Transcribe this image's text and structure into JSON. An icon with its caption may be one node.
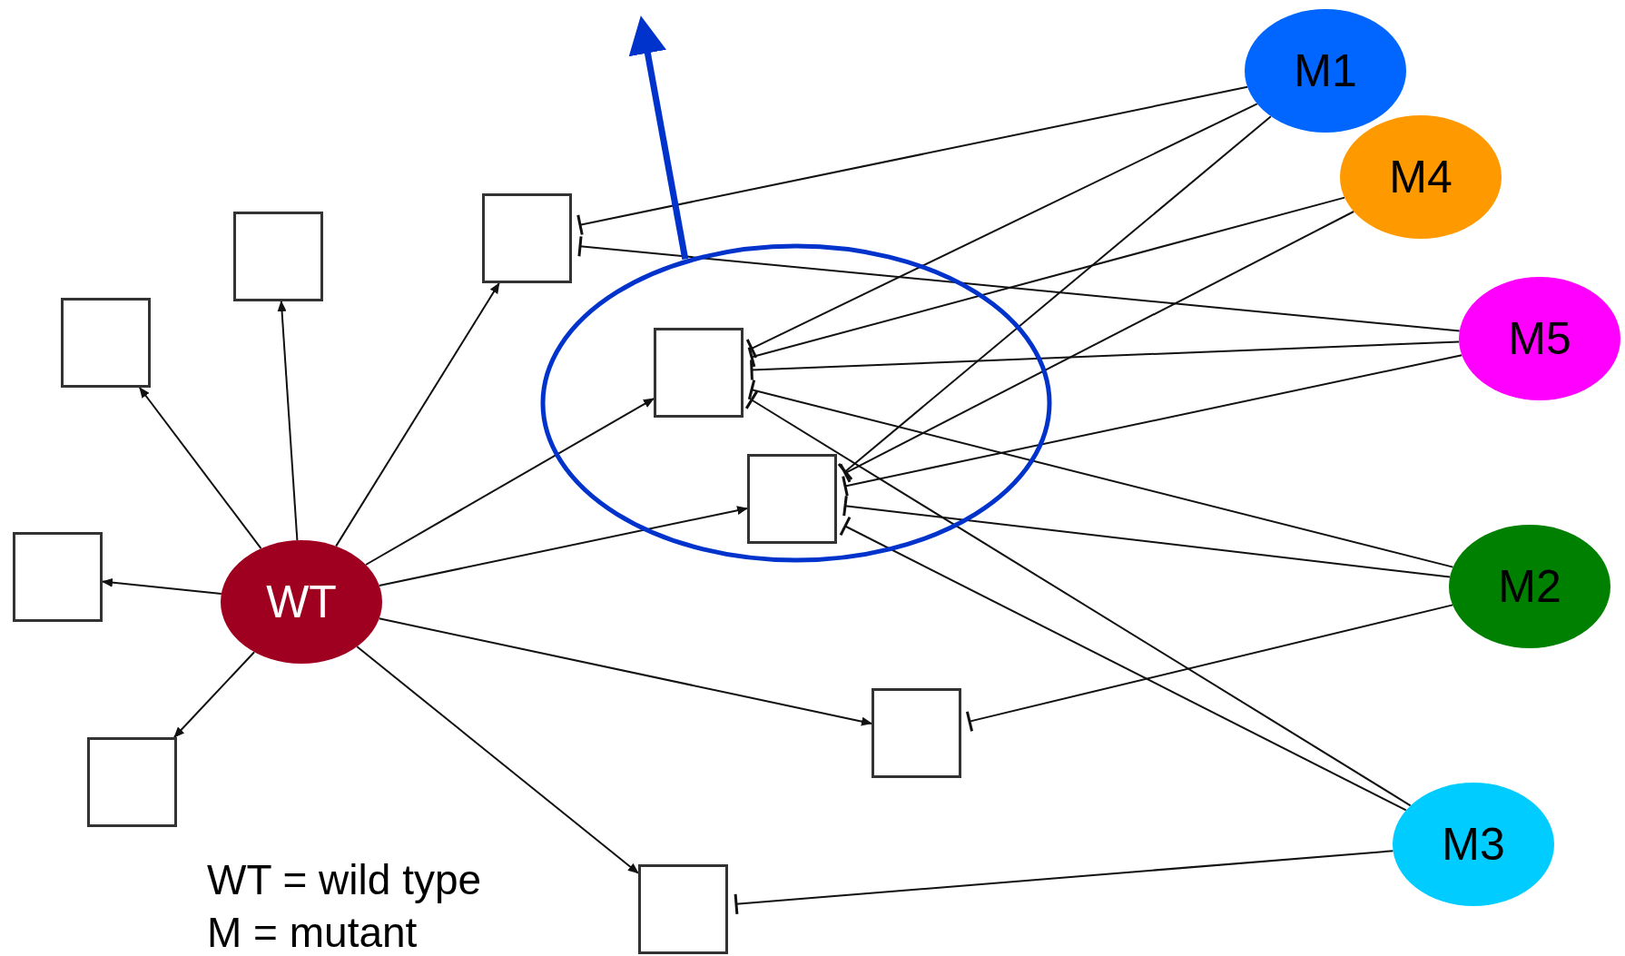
{
  "diagram": {
    "nodes": [
      {
        "text": [
          "WT"
        ]
      },
      {
        "text": [
          "M1"
        ]
      },
      {
        "text": [
          "M4"
        ]
      },
      {
        "text": [
          "M5"
        ]
      },
      {
        "text": [
          "M2"
        ]
      },
      {
        "text": [
          "M3"
        ]
      },
      {
        "text": [],
        "shape": "box"
      },
      {
        "text": [],
        "shape": "box"
      },
      {
        "text": [],
        "shape": "box"
      },
      {
        "text": [],
        "shape": "box"
      },
      {
        "text": [],
        "shape": "circle"
      },
      {
        "text": [],
        "shape": "box",
        "in": 10
      },
      {
        "text": [],
        "shape": "box",
        "in": 10
      },
      {
        "text": [],
        "shape": "box"
      },
      {
        "text": [],
        "shape": "box"
      },
      {
        "text": [],
        "shape": "box"
      }
    ],
    "edges": [
      {
        "from": 0,
        "to": 6,
        "arrow": "to"
      },
      {
        "from": 0,
        "to": 7,
        "arrow": "to"
      },
      {
        "from": 0,
        "to": 8,
        "arrow": "to"
      },
      {
        "from": 0,
        "to": 9,
        "arrow": "to"
      },
      {
        "from": 0,
        "to": 11,
        "arrow": "to"
      },
      {
        "from": 0,
        "to": 12,
        "arrow": "to"
      },
      {
        "from": 0,
        "to": 13,
        "arrow": "to"
      },
      {
        "from": 0,
        "to": 14,
        "arrow": "to"
      },
      {
        "from": 0,
        "to": 15,
        "arrow": "to"
      },
      {
        "from": 1,
        "to": 9,
        "arrow": "other"
      },
      {
        "from": 1,
        "to": 11,
        "arrow": "other"
      },
      {
        "from": 1,
        "to": 12,
        "arrow": "other"
      },
      {
        "from": 2,
        "to": 11,
        "arrow": "other"
      },
      {
        "from": 2,
        "to": 12,
        "arrow": "other"
      },
      {
        "from": 3,
        "to": 9,
        "arrow": "other"
      },
      {
        "from": 3,
        "to": 11,
        "arrow": "other"
      },
      {
        "from": 3,
        "to": 12,
        "arrow": "other"
      },
      {
        "from": 4,
        "to": 11,
        "arrow": "other"
      },
      {
        "from": 4,
        "to": 12,
        "arrow": "other"
      },
      {
        "from": 4,
        "to": 14,
        "arrow": "other"
      },
      {
        "from": 5,
        "to": 11,
        "arrow": "other"
      },
      {
        "from": 5,
        "to": 12,
        "arrow": "other"
      },
      {
        "from": 5,
        "to": 15,
        "arrow": "other"
      },
      {
        "from": 10,
        "to": null,
        "arrow": "to",
        "style": "thick",
        "color": "#0033cc"
      }
    ],
    "labels": [
      "WT = wild type",
      "M = mutant"
    ]
  }
}
